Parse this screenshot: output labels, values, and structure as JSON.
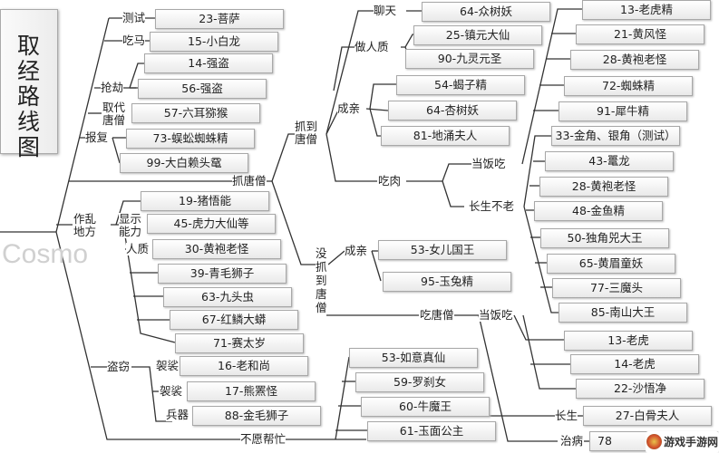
{
  "title": "取经路线图",
  "watermark": "Cosmo",
  "logo": "游戏手游网",
  "labels": {
    "ceshi": "测试",
    "chima": "吃马",
    "qiangjie": "抢劫",
    "qudai": "取代唐僧",
    "baofu": "报复",
    "zhuatangseng": "抓唐僧",
    "zuoluan": "作乱地方",
    "xianshi": "显示能力",
    "renzhi": "人质",
    "daoqie": "盗窃",
    "jiasha1": "袈裟",
    "jiasha2": "袈裟",
    "bingqi": "兵器",
    "buyuan": "不愿帮忙",
    "zhuadao": "抓到唐僧",
    "meizhuadao": "没抓到唐僧",
    "liaotian": "聊天",
    "zuorenzhi": "做人质",
    "chengqin1": "成亲",
    "chirou": "吃肉",
    "dangfanchi1": "当饭吃",
    "changsheng1": "长生不老",
    "chengqin2": "成亲",
    "chitangseng": "吃唐僧",
    "dangfanchi2": "当饭吃",
    "changsheng2": "长生",
    "zhibing": "治病"
  },
  "nodes": [
    "23-菩萨",
    "15-小白龙",
    "14-强盗",
    "56-强盗",
    "57-六耳猕猴",
    "73-蜈蚣蜘蛛精",
    "99-大白赖头鼋",
    "19-猪悟能",
    "45-虎力大仙等",
    "30-黄袍老怪",
    "39-青毛狮子",
    "63-九头虫",
    "67-红鳞大蟒",
    "71-赛太岁",
    "16-老和尚",
    "17-熊罴怪",
    "88-金毛狮子",
    "64-众树妖",
    "25-镇元大仙",
    "90-九灵元圣",
    "54-蝎子精",
    "64-杏树妖",
    "81-地涌夫人",
    "53-女儿国王",
    "95-玉兔精",
    "53-如意真仙",
    "59-罗刹女",
    "60-牛魔王",
    "61-玉面公主",
    "13-老虎精",
    "21-黄风怪",
    "28-黄袍老怪",
    "72-蜘蛛精",
    "91-犀牛精",
    "33-金角、银角（测试）",
    "43-鼍龙",
    "28-黄袍老怪",
    "48-金鱼精",
    "50-独角兕大王",
    "65-黄眉童妖",
    "77-三魔头",
    "85-南山大王",
    "13-老虎",
    "14-老虎",
    "22-沙悟净",
    "27-白骨夫人",
    "78"
  ]
}
